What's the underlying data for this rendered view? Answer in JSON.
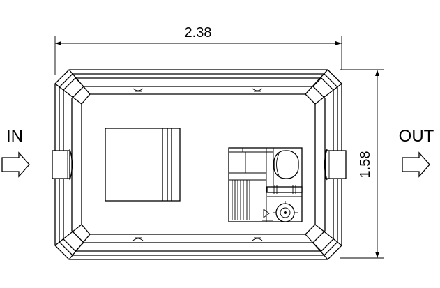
{
  "drawing": {
    "dim_width": "2.38",
    "dim_height": "1.58",
    "inlet_label": "IN",
    "outlet_label": "OUT"
  }
}
